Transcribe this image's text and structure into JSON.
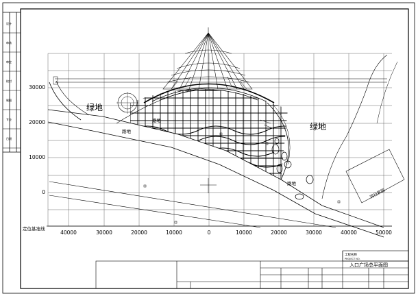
{
  "area_labels": {
    "green_left": "绿地",
    "green_right": "绿地",
    "path_upper": "路地",
    "path_mid": "路地",
    "path_lower": "路地",
    "water_right": "流行家园"
  },
  "datum_label": "定位基准线",
  "x_axis_ticks": [
    "40000",
    "30000",
    "20000",
    "10000",
    "0",
    "10000",
    "20000",
    "30000",
    "40000",
    "50000"
  ],
  "y_axis_ticks": [
    "30000",
    "20000",
    "10000",
    "0"
  ],
  "title_block": {
    "drawing_title": "入口广场总平面图",
    "project": "工程名称",
    "project_en": "PROJECT NO."
  },
  "left_margin_cells": [
    "设计",
    "审核",
    "审定",
    "校对",
    "制图",
    "专业",
    "日期"
  ]
}
